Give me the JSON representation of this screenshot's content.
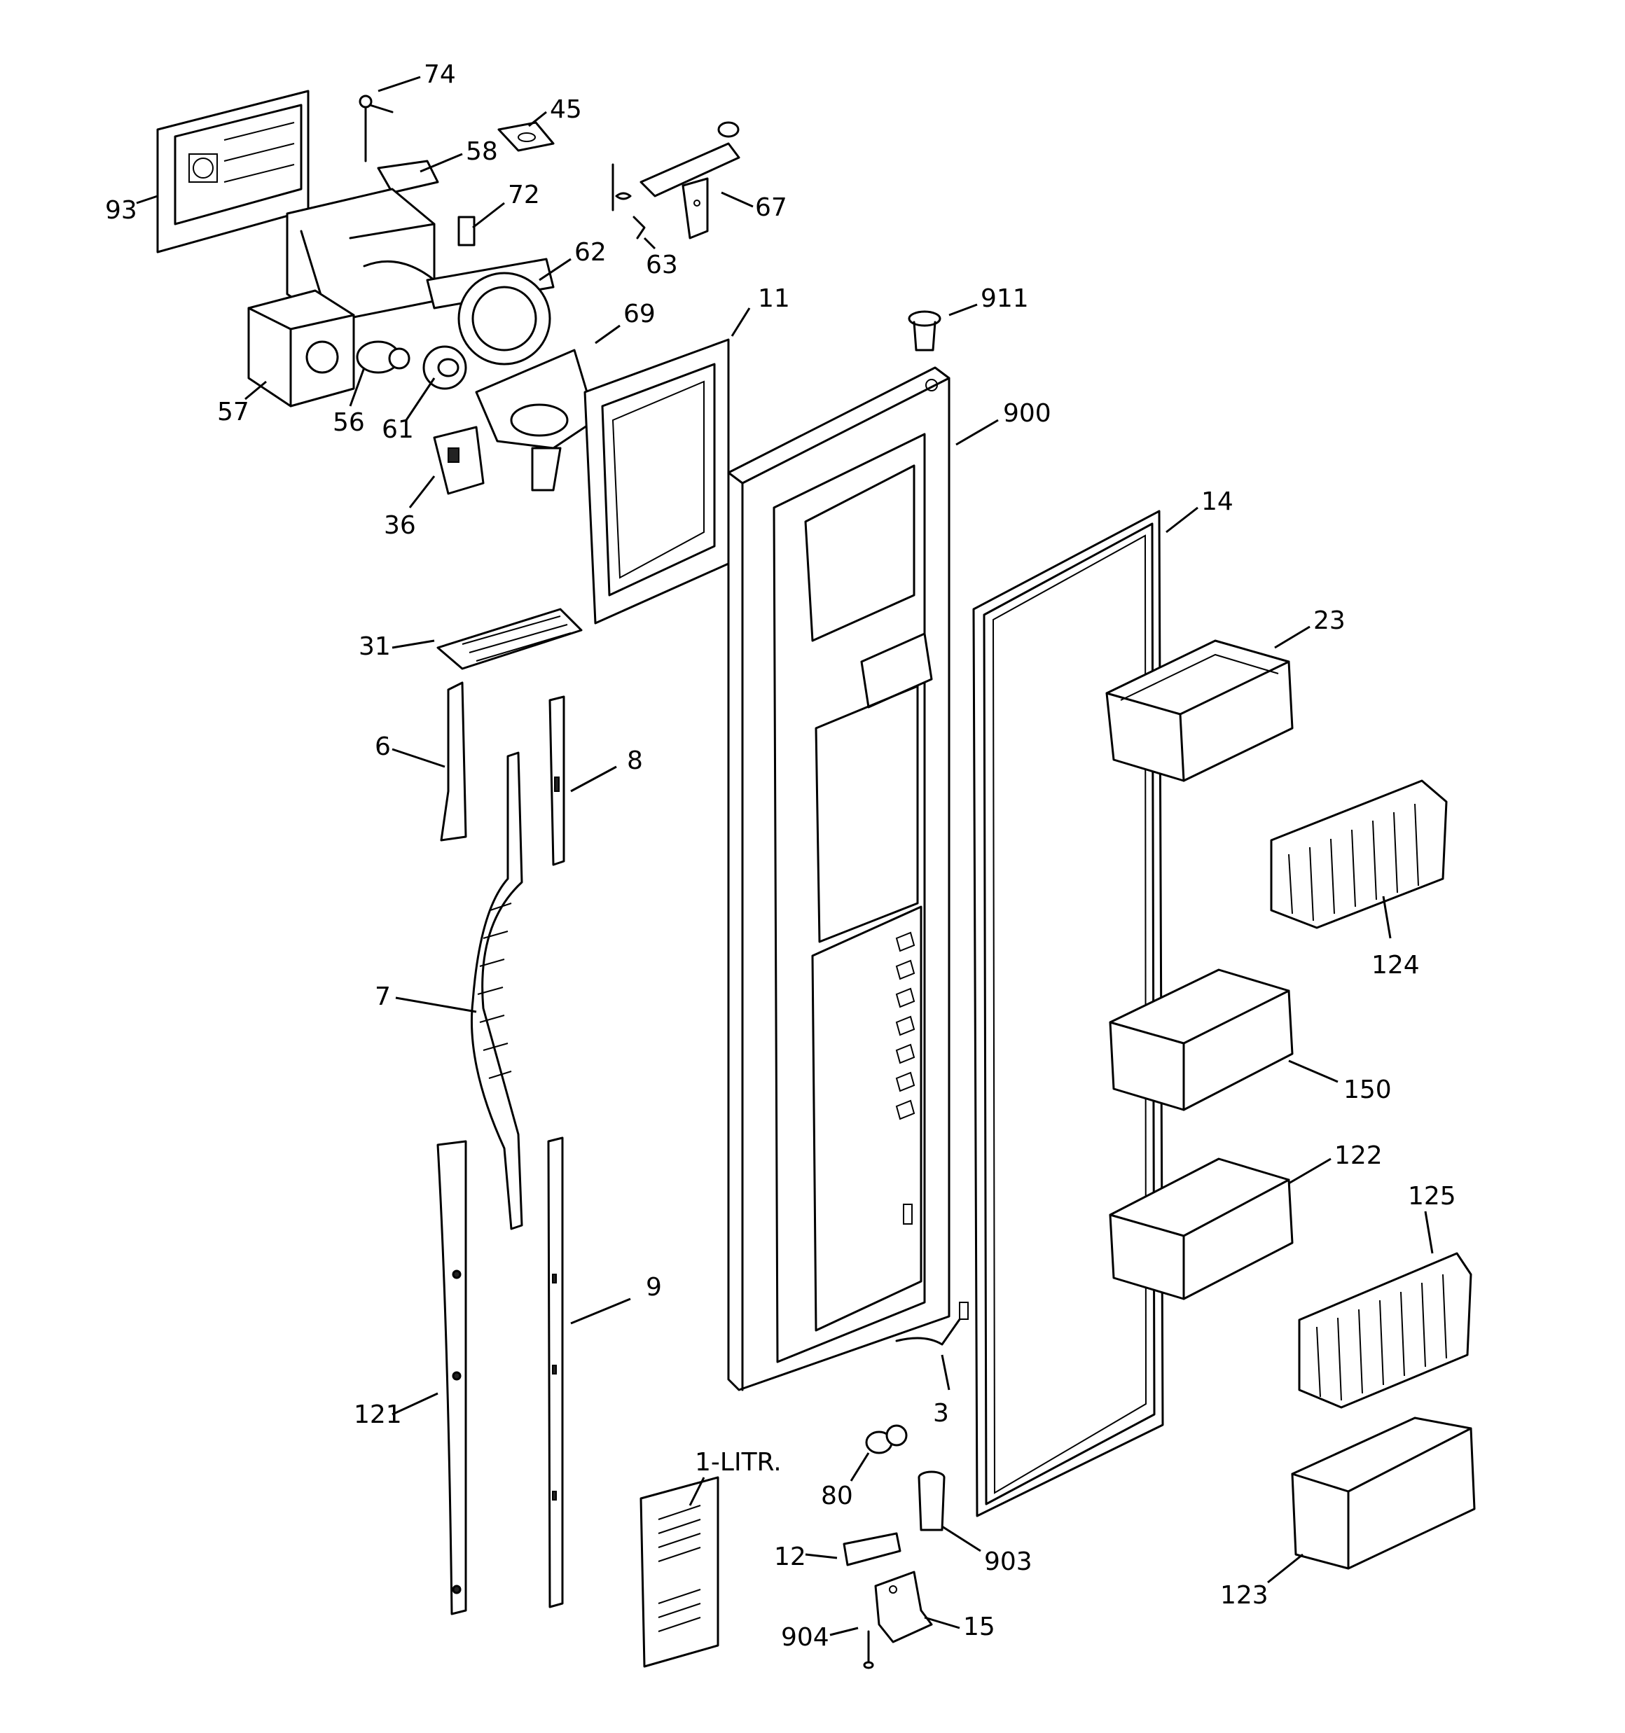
{
  "diagram": {
    "callouts": [
      {
        "id": "74",
        "text": "74"
      },
      {
        "id": "45",
        "text": "45"
      },
      {
        "id": "58",
        "text": "58"
      },
      {
        "id": "93",
        "text": "93"
      },
      {
        "id": "72",
        "text": "72"
      },
      {
        "id": "67",
        "text": "67"
      },
      {
        "id": "63",
        "text": "63"
      },
      {
        "id": "62",
        "text": "62"
      },
      {
        "id": "911",
        "text": "911"
      },
      {
        "id": "11",
        "text": "11"
      },
      {
        "id": "69",
        "text": "69"
      },
      {
        "id": "57",
        "text": "57"
      },
      {
        "id": "56",
        "text": "56"
      },
      {
        "id": "61",
        "text": "61"
      },
      {
        "id": "900",
        "text": "900"
      },
      {
        "id": "36",
        "text": "36"
      },
      {
        "id": "14",
        "text": "14"
      },
      {
        "id": "23",
        "text": "23"
      },
      {
        "id": "31",
        "text": "31"
      },
      {
        "id": "6",
        "text": "6"
      },
      {
        "id": "8",
        "text": "8"
      },
      {
        "id": "124",
        "text": "124"
      },
      {
        "id": "7",
        "text": "7"
      },
      {
        "id": "150",
        "text": "150"
      },
      {
        "id": "122",
        "text": "122"
      },
      {
        "id": "125",
        "text": "125"
      },
      {
        "id": "9",
        "text": "9"
      },
      {
        "id": "3",
        "text": "3"
      },
      {
        "id": "121",
        "text": "121"
      },
      {
        "id": "80",
        "text": "80"
      },
      {
        "id": "1-litr",
        "text": "1-LITR."
      },
      {
        "id": "903",
        "text": "903"
      },
      {
        "id": "12",
        "text": "12"
      },
      {
        "id": "123",
        "text": "123"
      },
      {
        "id": "15",
        "text": "15"
      },
      {
        "id": "904",
        "text": "904"
      }
    ]
  }
}
